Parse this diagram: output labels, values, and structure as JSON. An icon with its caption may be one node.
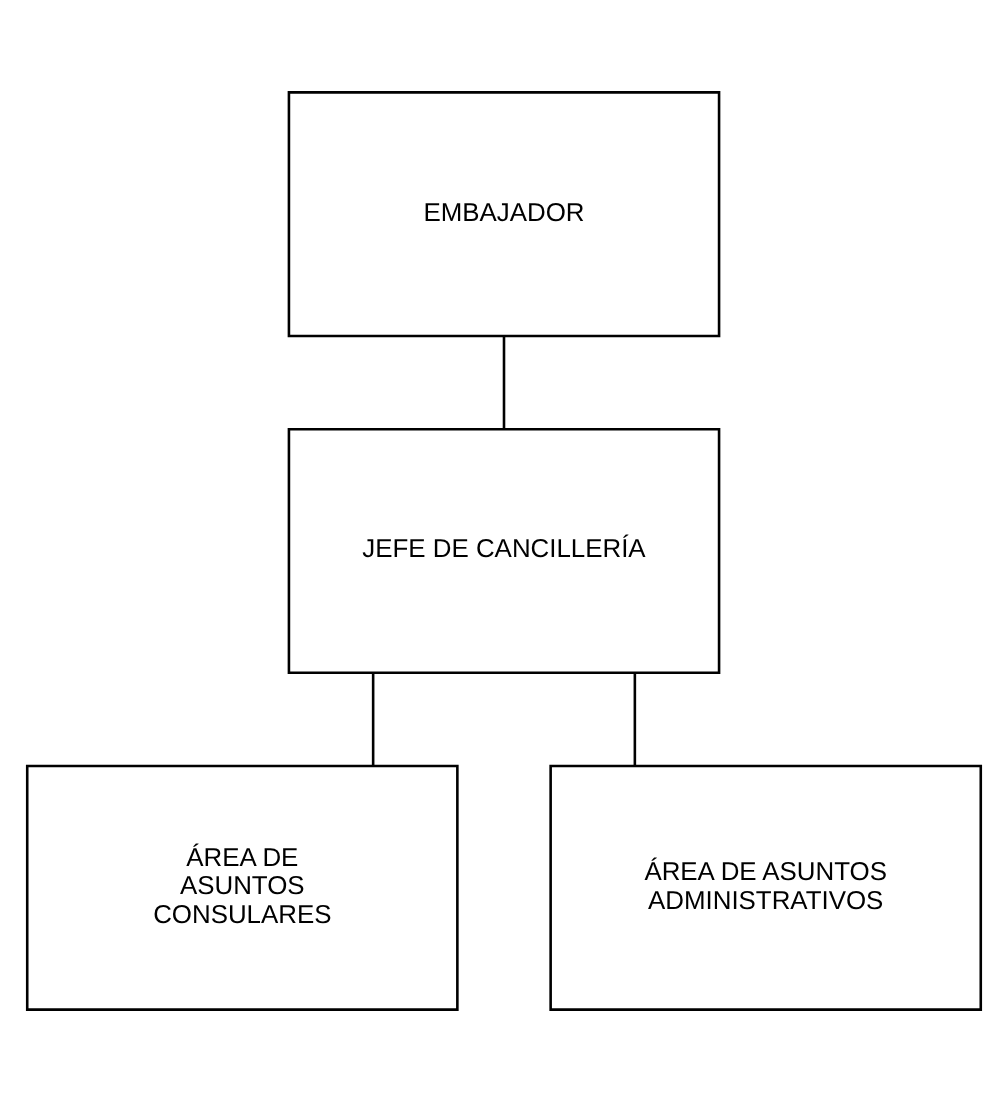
{
  "diagram": {
    "nodes": [
      {
        "text": [
          "EMBAJADOR"
        ]
      },
      {
        "text": [
          "JEFE DE CANCILLERÍA"
        ]
      },
      {
        "text": [
          "ÁREA DE ASUNTOS CONSULARES"
        ]
      },
      {
        "text": [
          "ÁREA DE ASUNTOS ADMINISTRATIVOS"
        ]
      }
    ],
    "edges": [
      {
        "from": 0,
        "to": 1,
        "arrow": "none"
      },
      {
        "from": 1,
        "to": 2,
        "arrow": "none"
      },
      {
        "from": 1,
        "to": 3,
        "arrow": "none"
      }
    ]
  }
}
